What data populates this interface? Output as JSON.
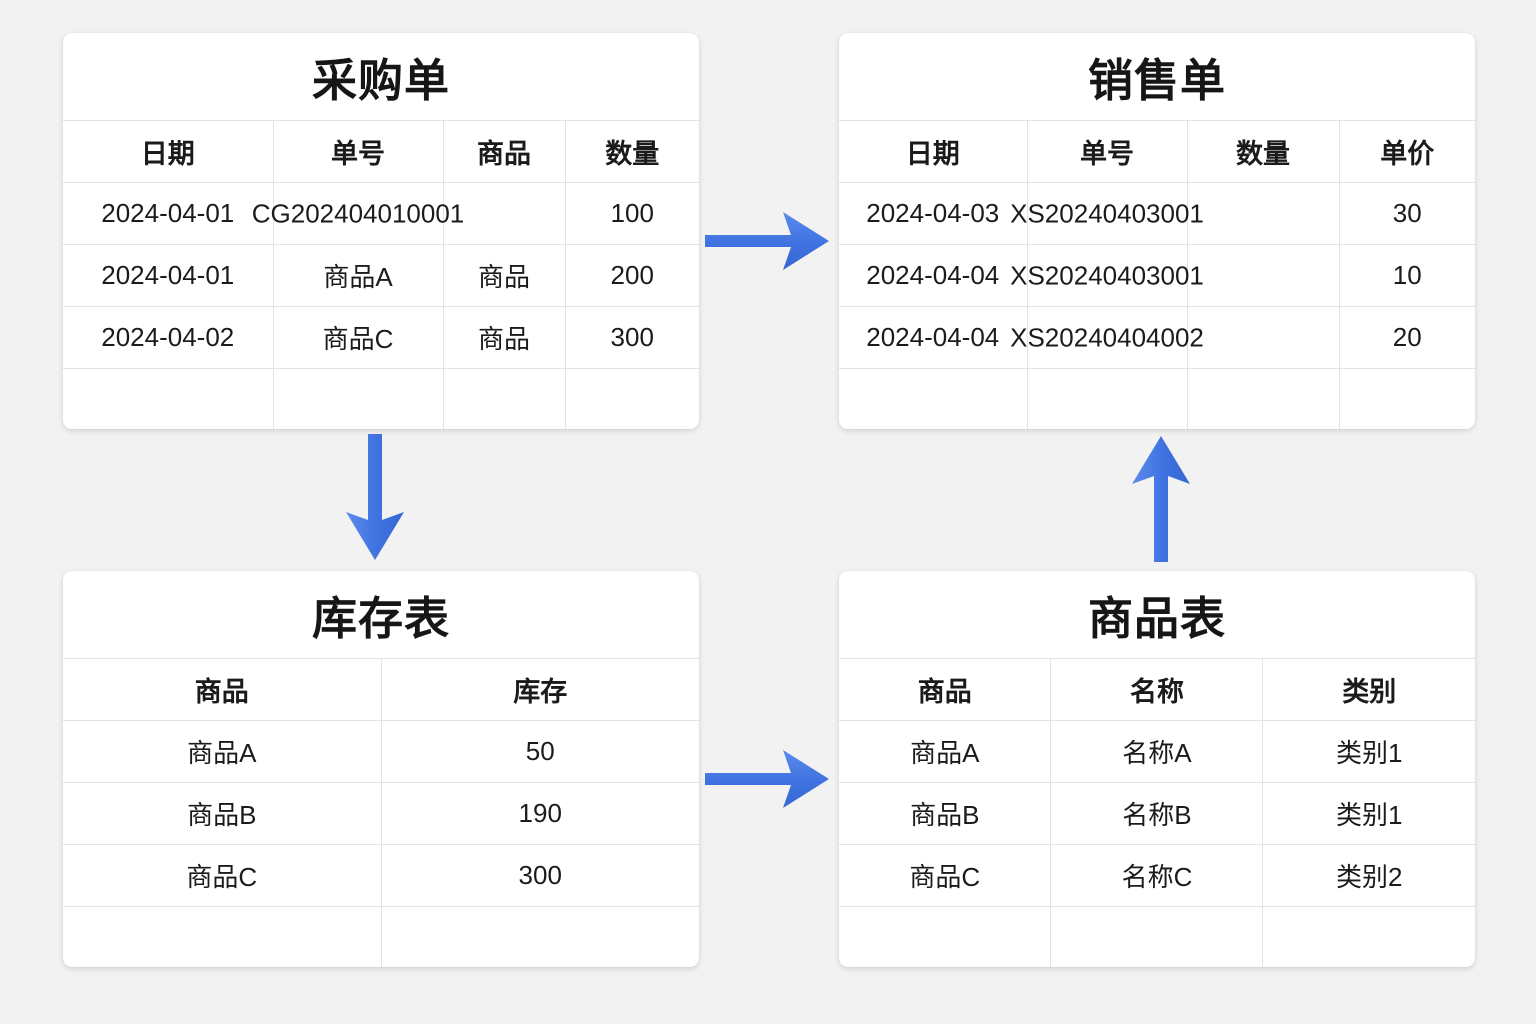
{
  "theme": {
    "background": "#f2f2f2",
    "card_background": "#ffffff",
    "text_color": "#1b1b1b",
    "border_color": "#e3e3e3",
    "arrow_color": "#3f72e0"
  },
  "tables": {
    "purchase": {
      "title": "采购单",
      "headers": [
        "日期",
        "单号",
        "商品",
        "数量"
      ],
      "rows": [
        {
          "date": "2024-04-01",
          "order_no": "CG202404010001",
          "item": "",
          "qty": "100",
          "overflow": true
        },
        {
          "date": "2024-04-01",
          "order_no": "商品A",
          "item": "商品",
          "qty": "200",
          "overflow": false
        },
        {
          "date": "2024-04-02",
          "order_no": "商品C",
          "item": "商品",
          "qty": "300",
          "overflow": false
        }
      ],
      "blank_row": true
    },
    "sales": {
      "title": "销售单",
      "headers": [
        "日期",
        "单号",
        "数量",
        "单价"
      ],
      "rows": [
        {
          "date": "2024-04-03",
          "order_no": "XS20240403001",
          "qty": "",
          "price": "30"
        },
        {
          "date": "2024-04-04",
          "order_no": "XS20240403001",
          "qty": "",
          "price": "10"
        },
        {
          "date": "2024-04-04",
          "order_no": "XS20240404002",
          "qty": "",
          "price": "20"
        }
      ],
      "blank_row": true
    },
    "inventory": {
      "title": "库存表",
      "headers": [
        "商品",
        "库存"
      ],
      "rows": [
        {
          "item": "商品A",
          "stock": "50"
        },
        {
          "item": "商品B",
          "stock": "190"
        },
        {
          "item": "商品C",
          "stock": "300"
        }
      ],
      "blank_row": true
    },
    "product": {
      "title": "商品表",
      "headers": [
        "商品",
        "名称",
        "类别"
      ],
      "rows": [
        {
          "item": "商品A",
          "name": "名称A",
          "category": "类别1"
        },
        {
          "item": "商品B",
          "name": "名称B",
          "category": "类别1"
        },
        {
          "item": "商品C",
          "name": "名称C",
          "category": "类别2"
        }
      ],
      "blank_row": true
    }
  },
  "arrows": [
    {
      "name": "purchase-to-sales",
      "direction": "right"
    },
    {
      "name": "purchase-to-inventory",
      "direction": "down"
    },
    {
      "name": "product-to-sales",
      "direction": "up"
    },
    {
      "name": "inventory-to-product",
      "direction": "right"
    }
  ]
}
